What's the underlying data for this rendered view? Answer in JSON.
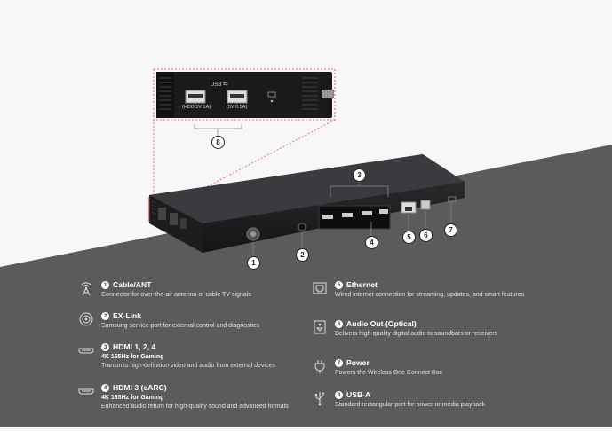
{
  "colors": {
    "light_bg": "#f7f7f7",
    "dark_bg": "#5a5a5a",
    "accent_line": "#e04040"
  },
  "inset": {
    "usb_label": "USB",
    "port_hdd_label": "(HDD 5V 1A)",
    "port_5v_label": "(5V 0.5A)",
    "callout": "8"
  },
  "callouts": [
    "1",
    "2",
    "3",
    "4",
    "5",
    "6",
    "7"
  ],
  "items": [
    {
      "num": "1",
      "icon": "antenna-icon",
      "title": "Cable/ANT",
      "sub": "",
      "desc": "Connector for over-the-air antenna or cable TV signals"
    },
    {
      "num": "2",
      "icon": "ex-link-icon",
      "title": "EX-Link",
      "sub": "",
      "desc": "Samsung service port for external control and diagnostics"
    },
    {
      "num": "3",
      "icon": "hdmi-icon",
      "title": "HDMI 1, 2, 4",
      "sub": "4K 165Hz for Gaming",
      "desc": "Transmits high-definition video and audio from external devices"
    },
    {
      "num": "4",
      "icon": "hdmi-arc-icon",
      "title": "HDMI 3 (eARC)",
      "sub": "4K 165Hz for Gaming",
      "desc": "Enhanced audio return for high-quality sound and advanced formats"
    },
    {
      "num": "5",
      "icon": "ethernet-icon",
      "title": "Ethernet",
      "sub": "",
      "desc": "Wired internet connection for streaming, updates, and smart features"
    },
    {
      "num": "6",
      "icon": "optical-icon",
      "title": "Audio Out (Optical)",
      "sub": "",
      "desc": "Delivers high-quality digital audio to soundbars or receivers"
    },
    {
      "num": "7",
      "icon": "power-icon",
      "title": "Power",
      "sub": "",
      "desc": "Powers the Wireless One Connect Box"
    },
    {
      "num": "8",
      "icon": "usb-icon",
      "title": "USB-A",
      "sub": "",
      "desc": "Standard rectangular port for power or media playback"
    }
  ]
}
